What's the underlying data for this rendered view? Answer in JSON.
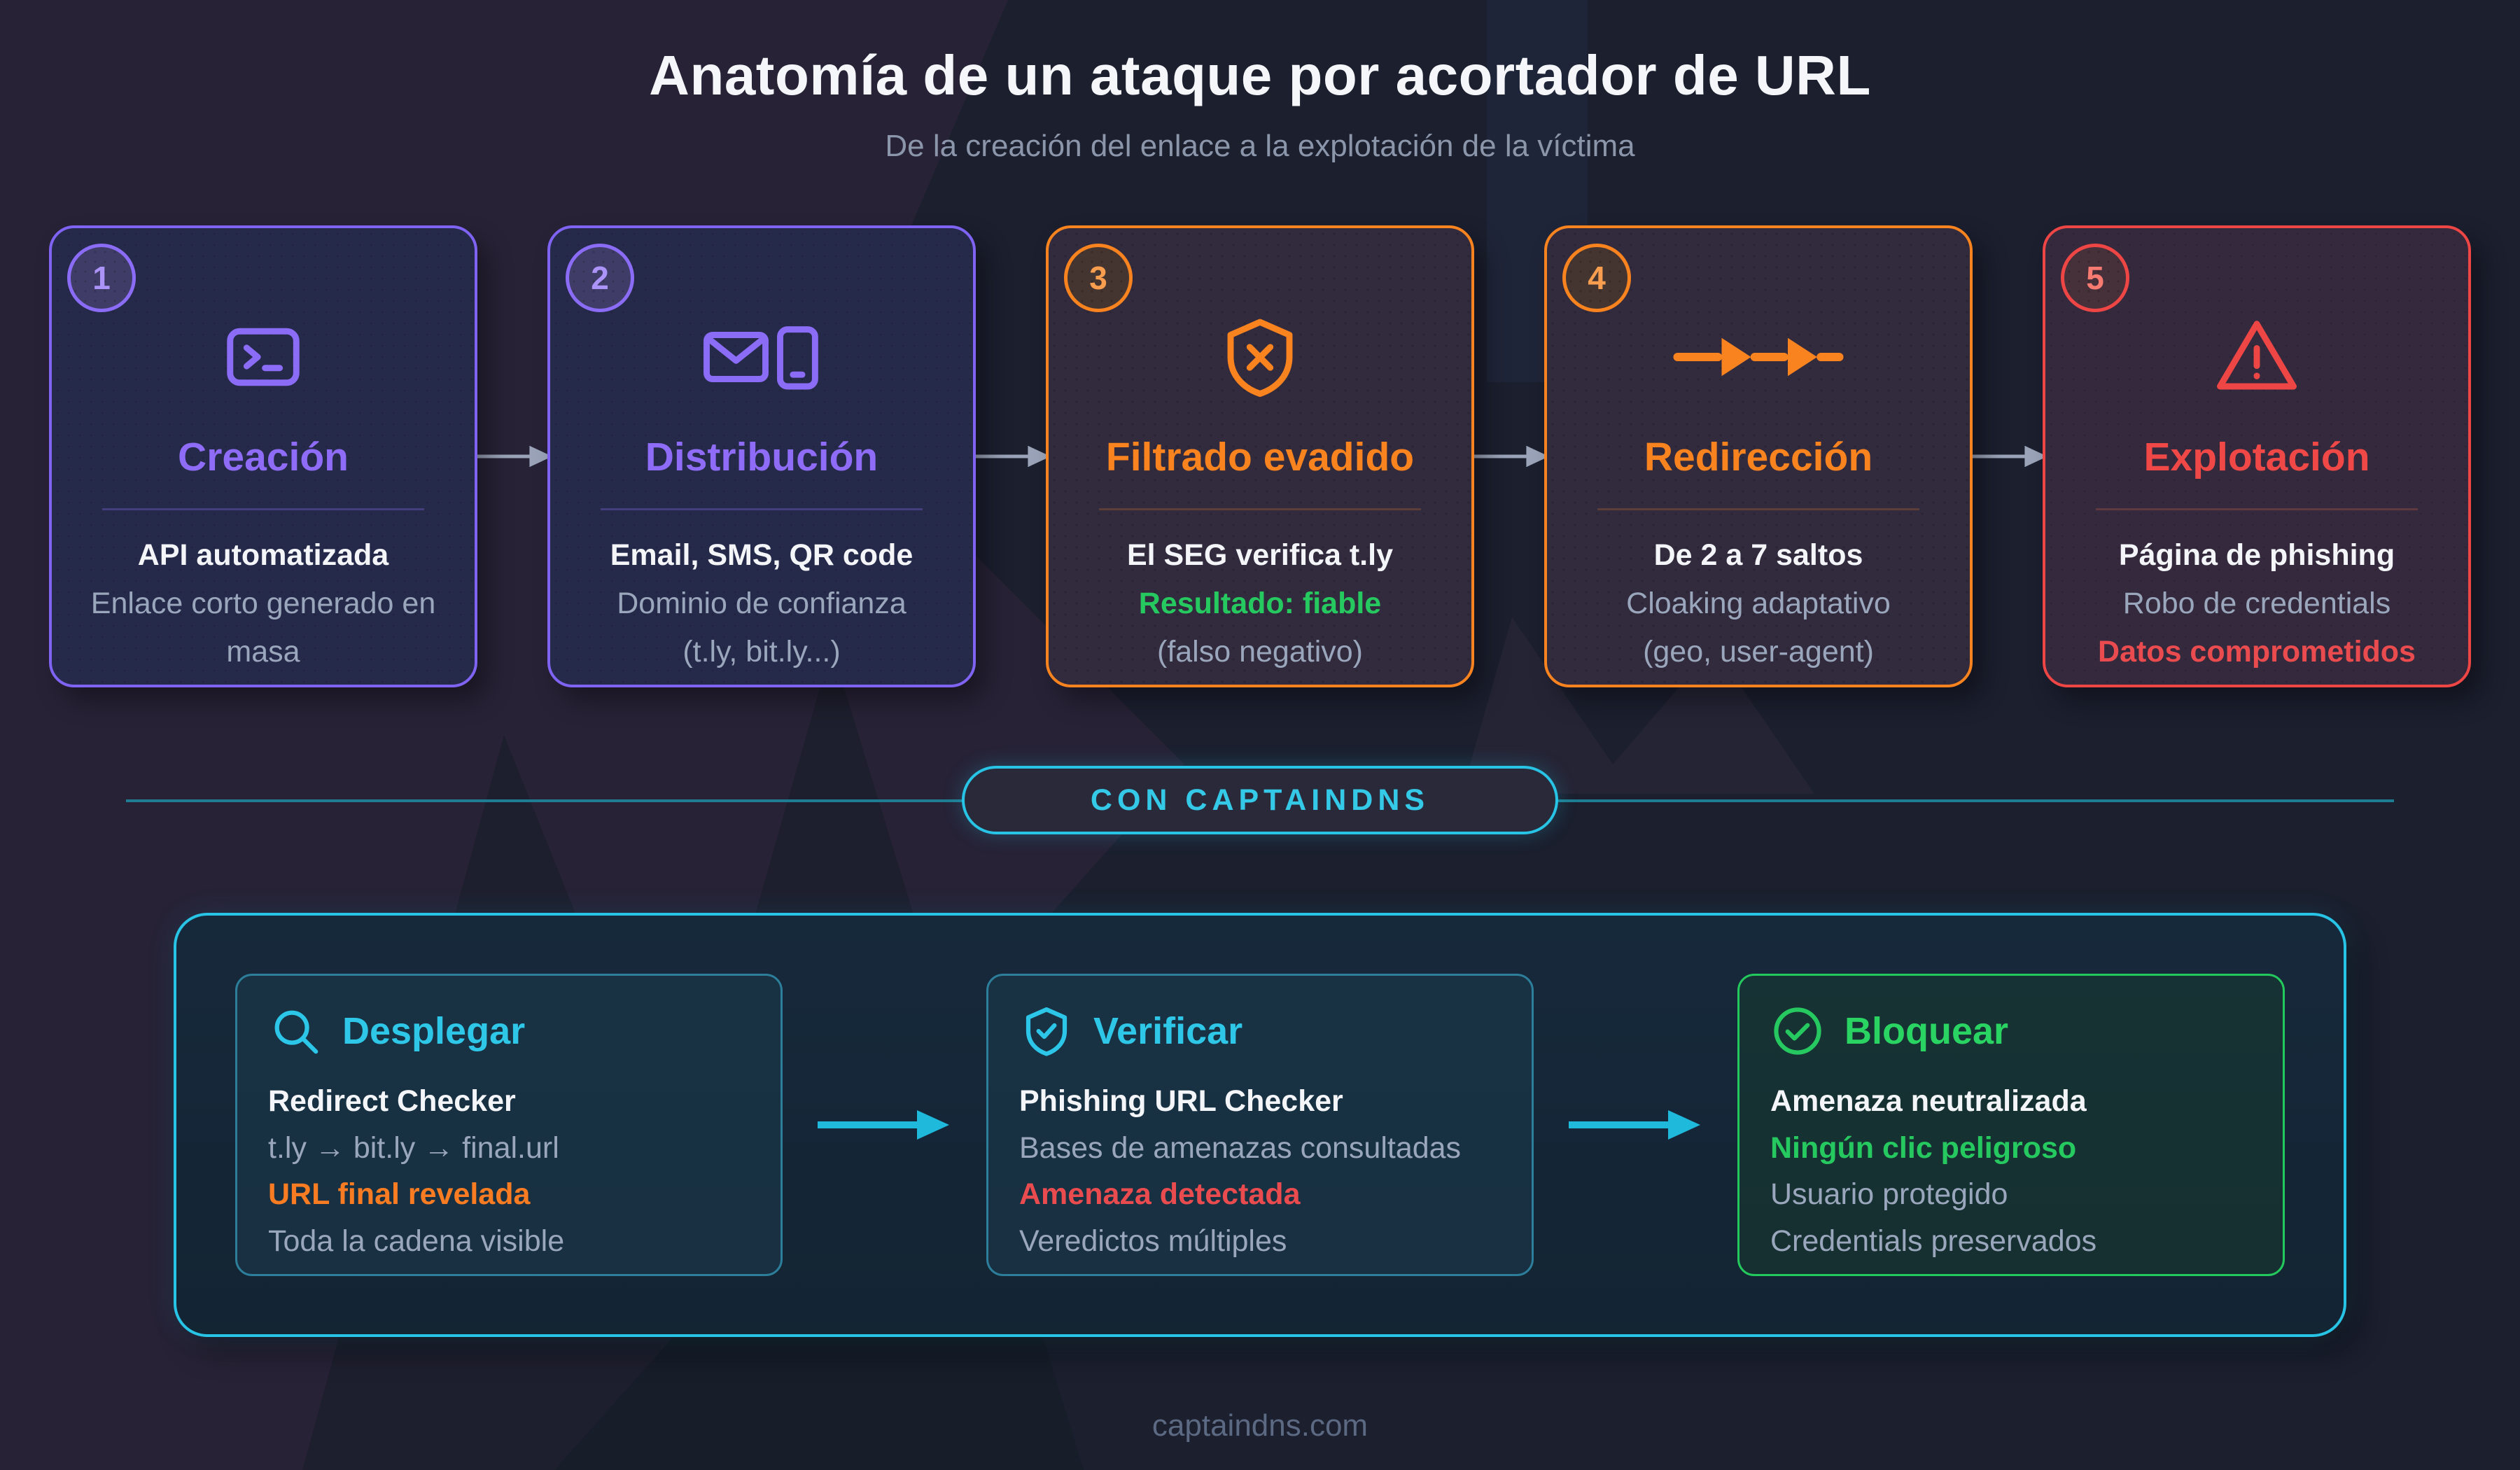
{
  "page": {
    "title": "Anatomía de un ataque por acortador de URL",
    "subtitle": "De la creación del enlace a la explotación de la víctima",
    "footer": "captaindns.com"
  },
  "attack_steps": [
    {
      "number": "1",
      "label": "Creación",
      "icon": "terminal-icon",
      "accent": "#8b6cf6",
      "lines": [
        {
          "text": "API automatizada",
          "style": "white"
        },
        {
          "text": "Enlace corto generado en masa",
          "style": "gray"
        }
      ]
    },
    {
      "number": "2",
      "label": "Distribución",
      "icon": "mail-phone-icon",
      "accent": "#8b6cf6",
      "lines": [
        {
          "text": "Email, SMS, QR code",
          "style": "white"
        },
        {
          "text": "Dominio de confianza",
          "style": "gray"
        },
        {
          "text": "(t.ly, bit.ly...)",
          "style": "gray"
        }
      ]
    },
    {
      "number": "3",
      "label": "Filtrado evadido",
      "icon": "shield-x-icon",
      "accent": "#f9831f",
      "lines": [
        {
          "text": "El SEG verifica t.ly",
          "style": "white"
        },
        {
          "text": "Resultado: fiable",
          "style": "green"
        },
        {
          "text": "(falso negativo)",
          "style": "gray"
        }
      ]
    },
    {
      "number": "4",
      "label": "Redirección",
      "icon": "redirect-hops-icon",
      "accent": "#f9831f",
      "lines": [
        {
          "text": "De 2 a 7 saltos",
          "style": "white"
        },
        {
          "text": "Cloaking adaptativo",
          "style": "gray"
        },
        {
          "text": "(geo, user-agent)",
          "style": "gray"
        }
      ]
    },
    {
      "number": "5",
      "label": "Explotación",
      "icon": "warning-triangle-icon",
      "accent": "#ee4545",
      "lines": [
        {
          "text": "Página de phishing",
          "style": "white"
        },
        {
          "text": "Robo de credentials",
          "style": "gray"
        },
        {
          "text": "Datos comprometidos",
          "style": "red"
        }
      ]
    }
  ],
  "divider_badge": {
    "label": "CON CAPTAINDNS"
  },
  "defense_steps": [
    {
      "label": "Desplegar",
      "icon": "magnifier-icon",
      "accent": "#2cc6e8",
      "lines": [
        {
          "text": "Redirect Checker",
          "style": "white"
        },
        {
          "text": "t.ly → bit.ly → final.url",
          "style": "gray"
        },
        {
          "text": "URL final revelada",
          "style": "orange"
        },
        {
          "text": "Toda la cadena visible",
          "style": "gray"
        }
      ]
    },
    {
      "label": "Verificar",
      "icon": "shield-check-icon",
      "accent": "#2cc6e8",
      "lines": [
        {
          "text": "Phishing URL Checker",
          "style": "white"
        },
        {
          "text": "Bases de amenazas consultadas",
          "style": "gray"
        },
        {
          "text": "Amenaza detectada",
          "style": "red"
        },
        {
          "text": "Veredictos múltiples",
          "style": "gray"
        }
      ]
    },
    {
      "label": "Bloquear",
      "icon": "check-circle-icon",
      "accent": "#26c95f",
      "lines": [
        {
          "text": "Amenaza neutralizada",
          "style": "white"
        },
        {
          "text": "Ningún clic peligroso",
          "style": "green"
        },
        {
          "text": "Usuario protegido",
          "style": "gray"
        },
        {
          "text": "Credentials preservados",
          "style": "gray"
        }
      ]
    }
  ],
  "colors": {
    "accent_purple": "#8b6cf6",
    "accent_orange": "#f9831f",
    "accent_red": "#ee4545",
    "accent_green": "#26c95f",
    "accent_cyan": "#2cc6e8",
    "panel_border_cyan": "#28c4e6",
    "text_white": "#f3f5f9",
    "text_gray": "#9aa6bc",
    "text_orange": "#f97b22",
    "text_red": "#e94b4e",
    "footer_gray": "#5c6983"
  }
}
